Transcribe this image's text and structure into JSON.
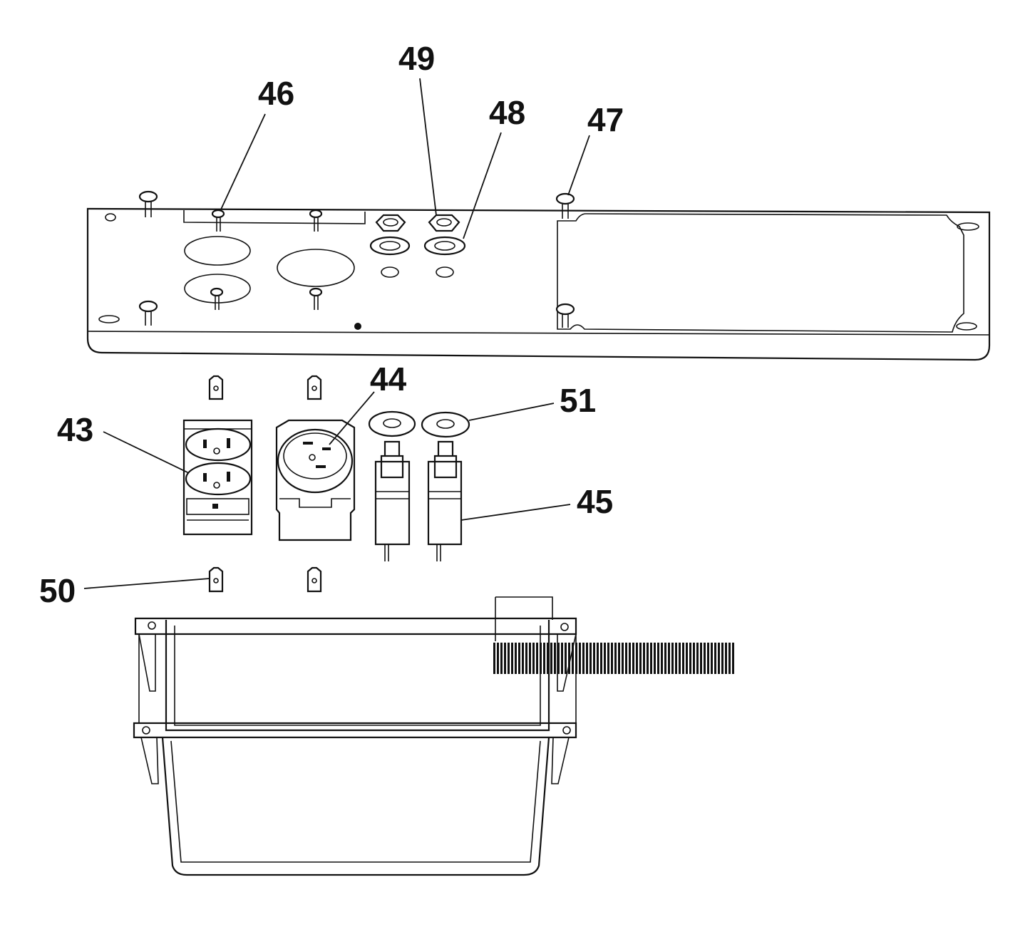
{
  "callouts": {
    "c43": "43",
    "c44": "44",
    "c45": "45",
    "c46": "46",
    "c47": "47",
    "c48": "48",
    "c49": "49",
    "c50": "50",
    "c51": "51"
  },
  "colors": {
    "line": "#111111",
    "background": "#ffffff"
  }
}
